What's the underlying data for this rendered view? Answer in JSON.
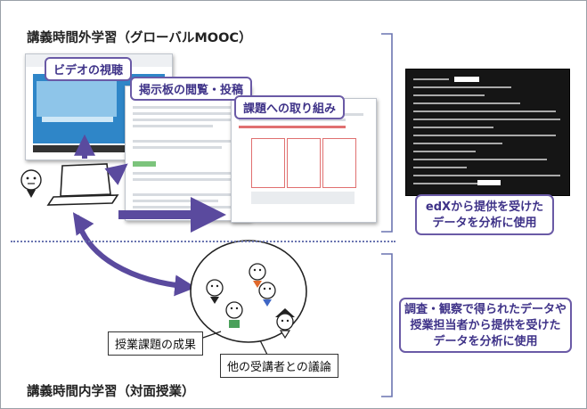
{
  "section_online": "講義時間外学習（グローバルMOOC）",
  "section_offline": "講義時間内学習（対面授業）",
  "labels": {
    "video": "ビデオの視聴",
    "forum": "掲示板の閲覧・投稿",
    "assignment": "課題への取り組み"
  },
  "callouts": {
    "edx_line1": "edXから提供を受けた",
    "edx_line2": "データを分析に使用",
    "survey_line1": "調査・観察で得られたデータや",
    "survey_line2": "授業担当者から提供を受けた",
    "survey_line3": "データを分析に使用"
  },
  "boxes": {
    "outcome": "授業課題の成果",
    "discussion": "他の受講者との議論"
  },
  "colors": {
    "accent": "#6a5aa6",
    "arrow": "#5a4a9e",
    "teal": "#2a5d86",
    "person_orange": "#e0682a",
    "person_blue": "#3f66c4",
    "person_green": "#4aa05a"
  }
}
